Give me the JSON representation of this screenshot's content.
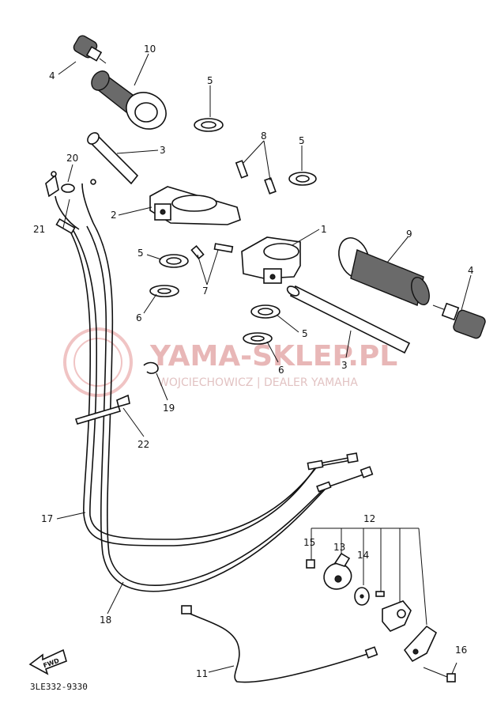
{
  "watermark": {
    "brand": "YAMA-SKLEP.PL",
    "dealer": "WOJCIECHOWICZ | DEALER YAMAHA",
    "color": "#e8b7b7"
  },
  "drawing_code": "3LE332-9330",
  "fwd_label": "FWD",
  "callouts": {
    "c4a": "4",
    "c10": "10",
    "c5a": "5",
    "c8": "8",
    "c5b": "5",
    "c3a": "3",
    "c20": "20",
    "c2": "2",
    "c1": "1",
    "c21": "21",
    "c9": "9",
    "c5c": "5",
    "c4b": "4",
    "c7": "7",
    "c6a": "6",
    "c5d": "5",
    "c3b": "3",
    "c6b": "6",
    "c19": "19",
    "c22": "22",
    "c12": "12",
    "c17": "17",
    "c15": "15",
    "c13": "13",
    "c14": "14",
    "c18": "18",
    "c11": "11",
    "c16": "16"
  }
}
